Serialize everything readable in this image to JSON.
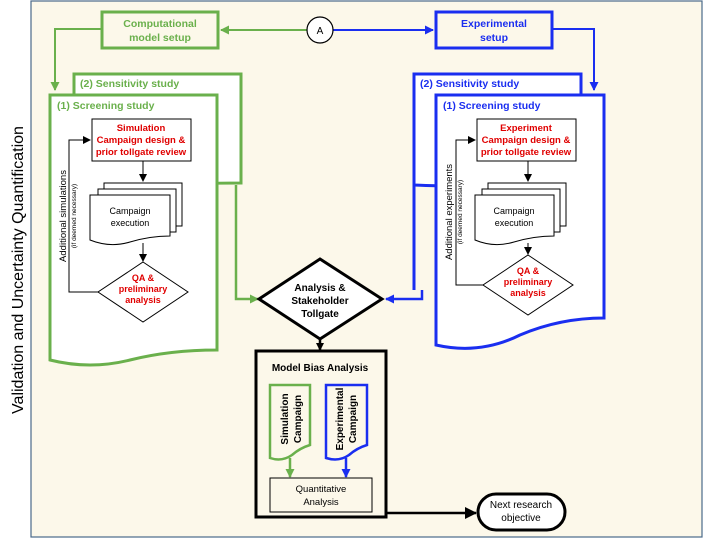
{
  "side_title": "Validation and Uncertainty Quantification",
  "colors": {
    "background": "#fcf8ea",
    "frame": "#4a6a8a",
    "computational": "#6ab04c",
    "experimental": "#1a2ef0",
    "highlight_text": "#e00000",
    "black": "#000000"
  },
  "connector": {
    "label": "A"
  },
  "computational": {
    "setup_line1": "Computational",
    "setup_line2": "model setup",
    "sensitivity_label": "(2) Sensitivity study",
    "screening_label": "(1) Screening study",
    "design_line1": "Simulation",
    "design_line2": "Campaign design &",
    "design_line3": "prior tollgate review",
    "execution_line1": "Campaign",
    "execution_line2": "execution",
    "qa_line1": "QA &",
    "qa_line2": "preliminary",
    "qa_line3": "analysis",
    "loop_label": "Additional  simulations",
    "loop_sublabel": "(if deemed necessary)"
  },
  "experimental": {
    "setup_line1": "Experimental",
    "setup_line2": "setup",
    "sensitivity_label": "(2) Sensitivity study",
    "screening_label": "(1) Screening study",
    "design_line1": "Experiment",
    "design_line2": "Campaign design &",
    "design_line3": "prior tollgate review",
    "execution_line1": "Campaign",
    "execution_line2": "execution",
    "qa_line1": "QA &",
    "qa_line2": "preliminary",
    "qa_line3": "analysis",
    "loop_label": "Additional  experiments",
    "loop_sublabel": "(if deemed necessary)"
  },
  "tollgate": {
    "line1": "Analysis &",
    "line2": "Stakeholder",
    "line3": "Tollgate"
  },
  "bias": {
    "title": "Model Bias Analysis",
    "sim_line1": "Simulation",
    "sim_line2": "Campaign",
    "exp_line1": "Experimental",
    "exp_line2": "Campaign",
    "quant_line1": "Quantitative",
    "quant_line2": "Analysis"
  },
  "next": {
    "line1": "Next research",
    "line2": "objective"
  }
}
